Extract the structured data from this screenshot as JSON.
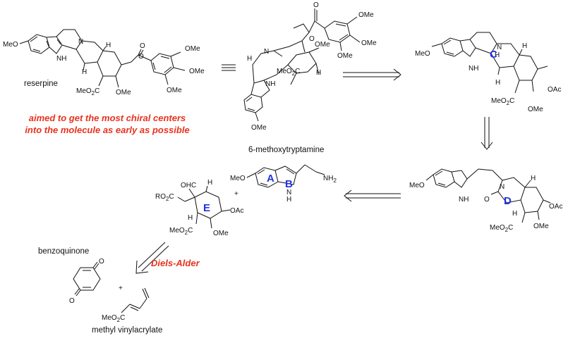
{
  "labels": {
    "reserpine": "reserpine",
    "equivalent": "≡",
    "aim_line1": "aimed to get the most chiral centers",
    "aim_line2": "into the molecule as early as possible",
    "methoxytryptamine": "6-methoxytryptamine",
    "benzoquinone": "benzoquinone",
    "diels_alder": "Diels-Alder",
    "methyl_vinylacrylate": "methyl vinylacrylate",
    "plus": "+"
  },
  "ring_labels": {
    "A": "A",
    "B": "B",
    "C": "C",
    "D": "D",
    "E": "E"
  },
  "atoms": {
    "MeO": "MeO",
    "OMe": "OMe",
    "N": "N",
    "NH": "NH",
    "H": "H",
    "O": "O",
    "OAc": "OAc",
    "CHO": "OHC",
    "RO2C": "RO",
    "MeO2C": "MeO",
    "sub2": "2",
    "C": "C",
    "NH2": "NH",
    "N_H_ring": "H"
  },
  "colors": {
    "note": "#e8321e",
    "ring_label": "#2233e0",
    "ink": "#111111"
  }
}
